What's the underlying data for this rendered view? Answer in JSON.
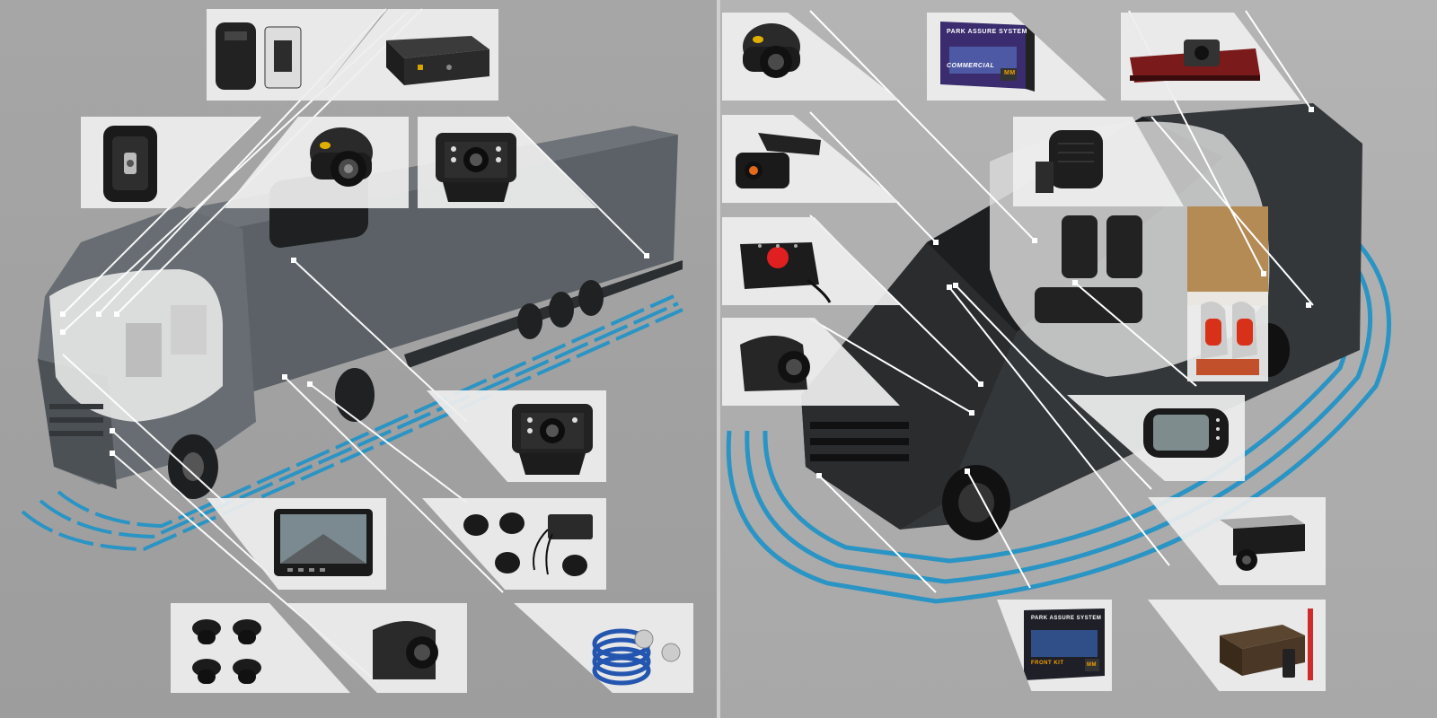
{
  "packaging": {
    "kit_heading": "PARK ASSURE SYSTEM",
    "commercial_label": "COMMERCIAL",
    "front_kit_label": "FRONT KIT",
    "brand_mark": "MM"
  },
  "colors": {
    "left_background": "#a4a4a4",
    "right_background": "#b0b0b0",
    "sensor_arc_blue": "#2a94c4",
    "callout_fill": "#eeeeee",
    "leader_line": "#ffffff",
    "truck_body": "#555b60",
    "van_body": "#2e3033"
  },
  "truck_callouts": [
    {
      "id": "sensor-keypad-module",
      "icon": "remote-keypad-icon"
    },
    {
      "id": "mobile-dvr",
      "icon": "dvr-recorder-icon"
    },
    {
      "id": "rear-trailer-camera",
      "icon": "ir-box-camera-icon"
    },
    {
      "id": "cab-dome-camera",
      "icon": "dome-camera-icon"
    },
    {
      "id": "hinged-panel-lock",
      "icon": "latch-icon"
    },
    {
      "id": "side-box-camera",
      "icon": "ir-box-camera-icon"
    },
    {
      "id": "dash-monitor",
      "icon": "monitor-icon"
    },
    {
      "id": "reverse-sensor-kit",
      "icon": "sensor-kit-icon"
    },
    {
      "id": "front-sensor-set",
      "icon": "parking-sensors-icon"
    },
    {
      "id": "side-eyeball-camera",
      "icon": "side-camera-icon"
    },
    {
      "id": "coiled-cable",
      "icon": "coil-cable-icon"
    }
  ],
  "van_callouts": [
    {
      "id": "mini-dome-camera",
      "icon": "dome-camera-icon"
    },
    {
      "id": "park-assure-commercial-box",
      "icon": "product-box-icon"
    },
    {
      "id": "brake-light-camera",
      "icon": "brake-light-camera-icon"
    },
    {
      "id": "dash-cam",
      "icon": "dash-cam-icon"
    },
    {
      "id": "reverse-alarm",
      "icon": "alarm-speaker-icon"
    },
    {
      "id": "panic-button",
      "icon": "panic-button-icon"
    },
    {
      "id": "seat-heating",
      "icon": "heated-seat-icon"
    },
    {
      "id": "side-camera",
      "icon": "side-camera-icon"
    },
    {
      "id": "mirror-monitor",
      "icon": "mirror-monitor-icon"
    },
    {
      "id": "dual-dash-cam",
      "icon": "dual-dashcam-icon"
    },
    {
      "id": "park-assure-front-kit-box",
      "icon": "product-box-icon"
    },
    {
      "id": "mobile-dvr-kit",
      "icon": "dvr-kit-icon"
    }
  ]
}
